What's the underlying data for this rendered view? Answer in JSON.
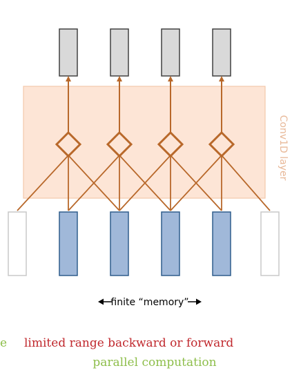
{
  "diagram": {
    "layer_label": "Conv1D layer",
    "memory_label": "finite “memory”",
    "notes": {
      "left_fragment": "e",
      "limitation": "limited range backward or forward",
      "advantage": "parallel computation"
    }
  },
  "colors": {
    "output_fill": "#d9d9d9",
    "output_stroke": "#404040",
    "input_fill": "#a0b8d9",
    "input_stroke": "#2f5d8c",
    "padding_stroke": "#c8c8c8",
    "layer_fill": "#fde5d6",
    "layer_stroke": "#f3c8aa",
    "connection": "#b8682a",
    "limitation_text": "#c0282d",
    "advantage_text": "#8dbe4a"
  }
}
